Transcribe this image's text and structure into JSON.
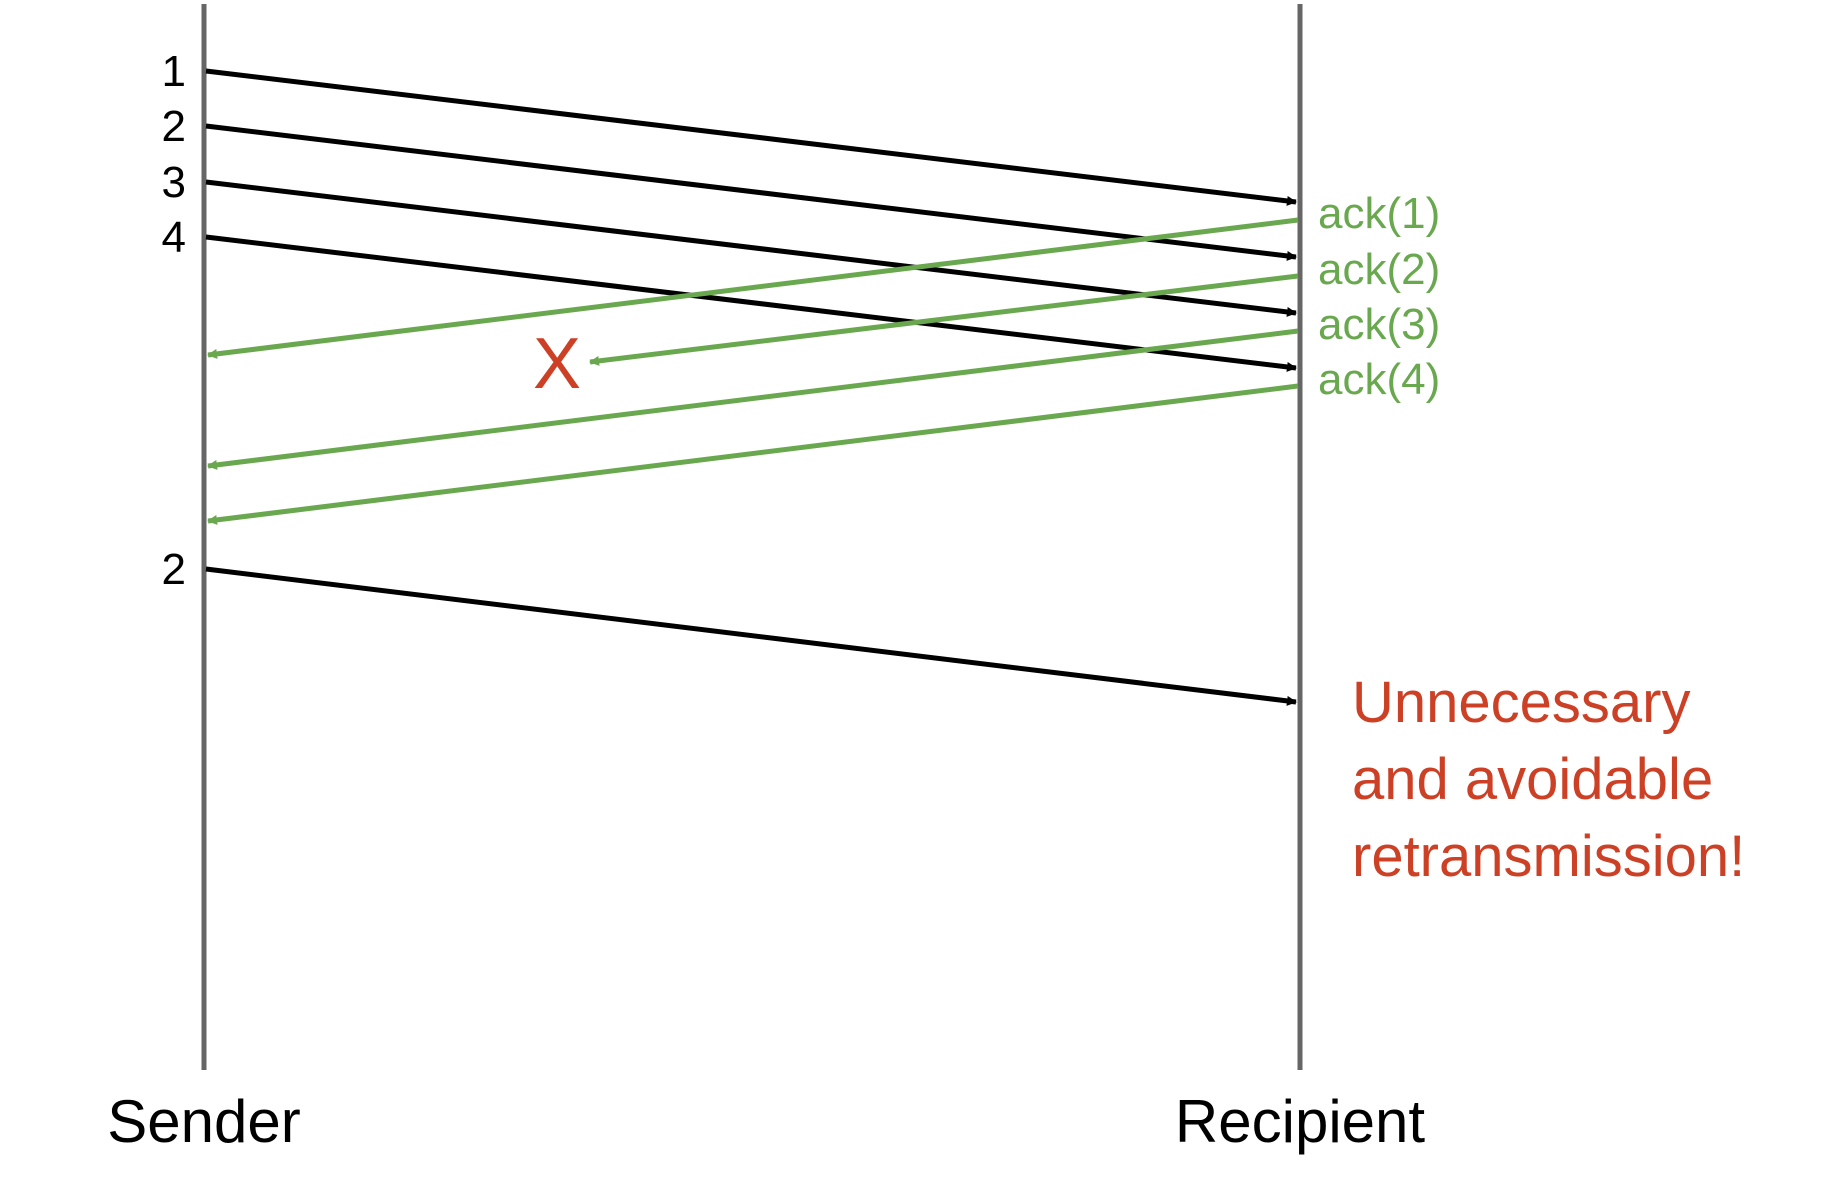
{
  "participants": {
    "sender": "Sender",
    "recipient": "Recipient"
  },
  "packets": [
    {
      "label": "1"
    },
    {
      "label": "2"
    },
    {
      "label": "3"
    },
    {
      "label": "4"
    }
  ],
  "acks": [
    {
      "label": "ack(1)",
      "lost": false
    },
    {
      "label": "ack(2)",
      "lost": true
    },
    {
      "label": "ack(3)",
      "lost": false
    },
    {
      "label": "ack(4)",
      "lost": false
    }
  ],
  "lost_marker": "X",
  "retransmission": {
    "label": "2"
  },
  "note": {
    "lines": [
      "Unnecessary",
      "and avoidable",
      "retransmission!"
    ]
  },
  "colors": {
    "lifeline": "#666666",
    "packet_arrow": "#000000",
    "ack_arrow": "#6aa84f",
    "alert": "#cc4125"
  }
}
